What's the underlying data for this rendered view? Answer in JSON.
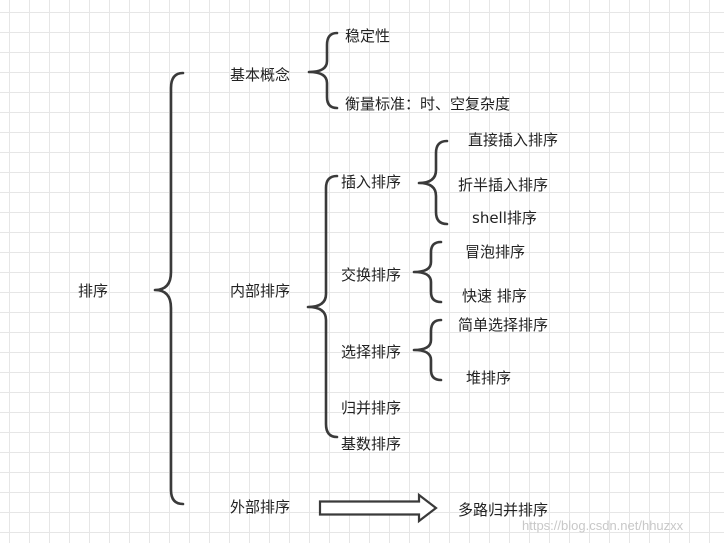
{
  "root": "排序",
  "level1": {
    "basic": "基本概念",
    "internal": "内部排序",
    "external": "外部排序"
  },
  "basic_items": [
    "稳定性",
    "衡量标准：时、空复杂度"
  ],
  "internal_items": {
    "insert": "插入排序",
    "exchange": "交换排序",
    "select": "选择排序",
    "merge": "归并排序",
    "radix": "基数排序"
  },
  "insert_items": [
    "直接插入排序",
    "折半插入排序",
    "shell排序"
  ],
  "exchange_items": [
    "冒泡排序",
    "快速 排序"
  ],
  "select_items": [
    "简单选择排序",
    "堆排序"
  ],
  "external_target": "多路归并排序",
  "watermark": "https://blog.csdn.net/hhuzxx"
}
